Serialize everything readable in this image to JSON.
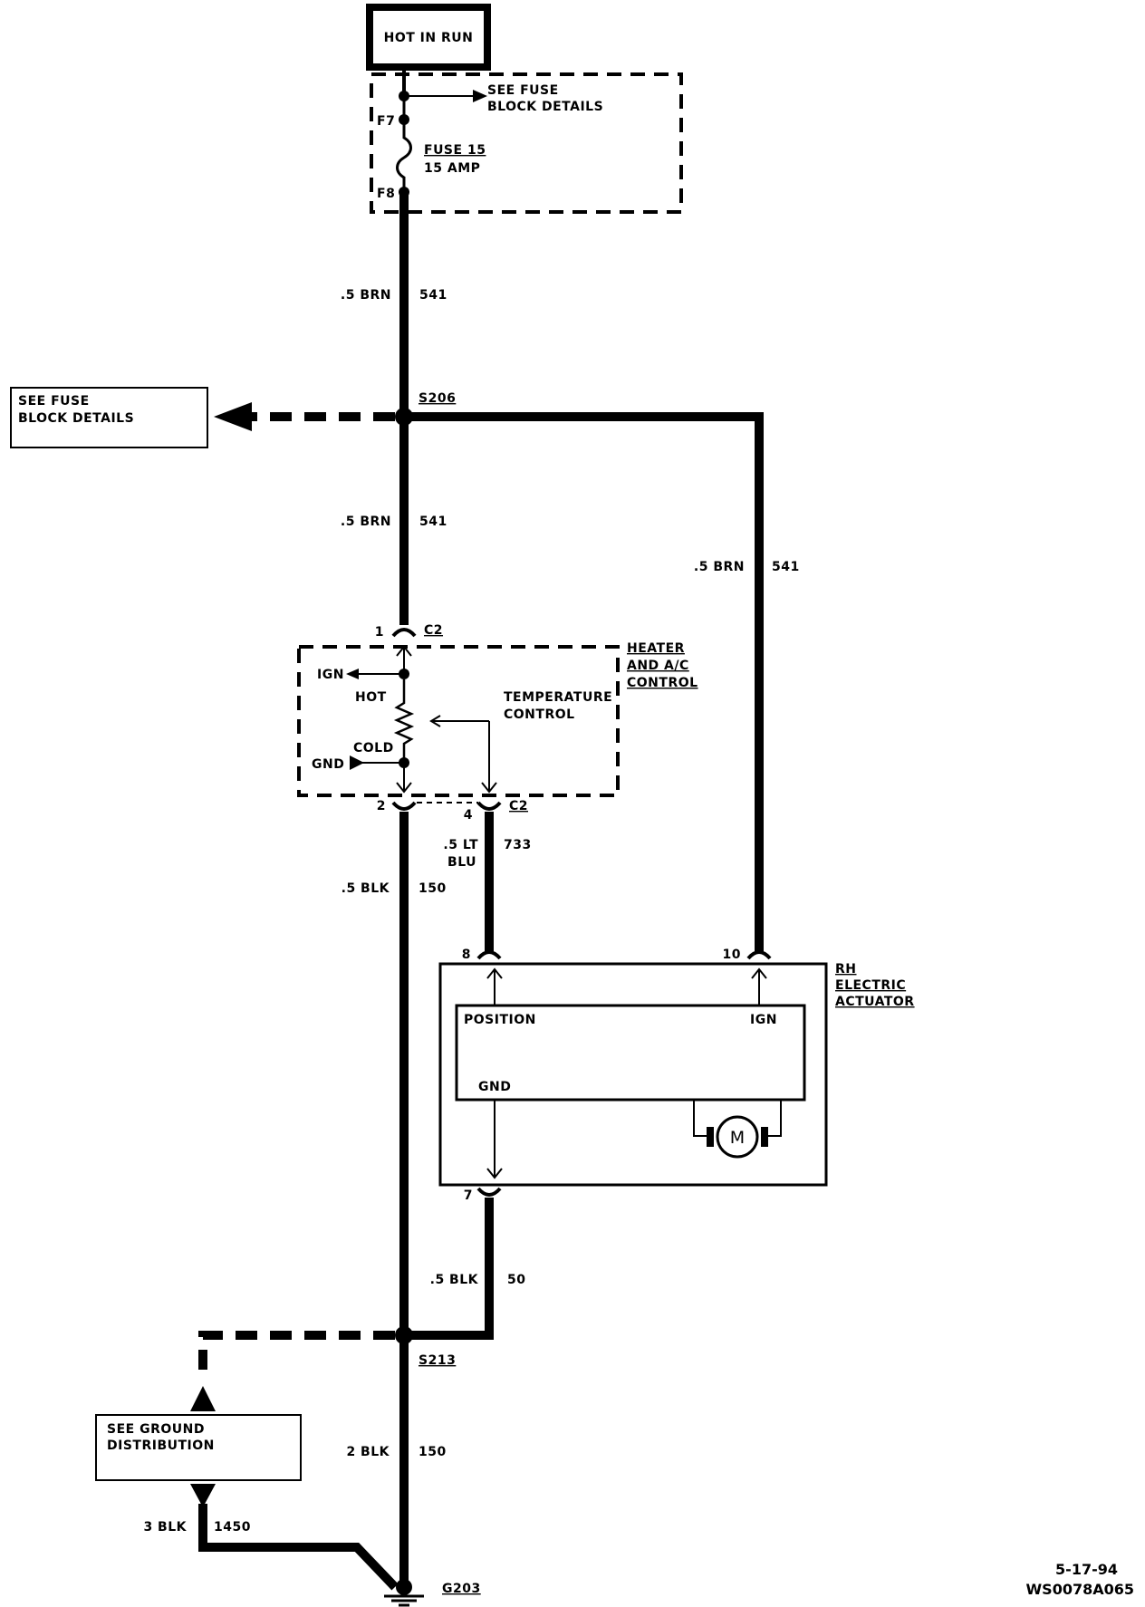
{
  "power_source": {
    "label": "HOT IN RUN"
  },
  "fuse_block": {
    "see_fuse_line1": "SEE FUSE",
    "see_fuse_line2": "BLOCK DETAILS",
    "pin_top": "F7",
    "pin_bottom": "F8",
    "fuse_name": "FUSE 15",
    "fuse_rating": "15 AMP"
  },
  "wires": {
    "w1": {
      "gauge": ".5 BRN",
      "circuit": "541"
    },
    "w2": {
      "gauge": ".5 BRN",
      "circuit": "541"
    },
    "w3": {
      "gauge": ".5 BRN",
      "circuit": "541"
    },
    "w4": {
      "gauge": ".5 BLK",
      "circuit": "150"
    },
    "w5": {
      "gauge_line1": ".5 LT",
      "gauge_line2": "BLU",
      "circuit": "733"
    },
    "w6": {
      "gauge": ".5 BLK",
      "circuit": "50"
    },
    "w7": {
      "gauge": "2 BLK",
      "circuit": "150"
    },
    "w8": {
      "gauge": "3 BLK",
      "circuit": "1450"
    }
  },
  "splices": {
    "s206": "S206",
    "s213": "S213"
  },
  "left_fuse_box": {
    "line1": "SEE FUSE",
    "line2": "BLOCK DETAILS"
  },
  "heater_control": {
    "title_line1": "HEATER",
    "title_line2": "AND A/C",
    "title_line3": "CONTROL",
    "connector": "C2",
    "connector_bottom": "C2",
    "pin1": "1",
    "pin2": "2",
    "pin4": "4",
    "ign": "IGN",
    "hot": "HOT",
    "cold": "COLD",
    "gnd": "GND",
    "temp_line1": "TEMPERATURE",
    "temp_line2": "CONTROL"
  },
  "actuator": {
    "title_line1": "RH",
    "title_line2": "ELECTRIC",
    "title_line3": "ACTUATOR",
    "pin8": "8",
    "pin10": "10",
    "pin7": "7",
    "position": "POSITION",
    "ign": "IGN",
    "gnd": "GND",
    "motor": "M"
  },
  "ground_box": {
    "line1": "SEE GROUND",
    "line2": "DISTRIBUTION"
  },
  "ground": {
    "label": "G203"
  },
  "footer": {
    "date": "5-17-94",
    "code": "WS0078A065"
  }
}
